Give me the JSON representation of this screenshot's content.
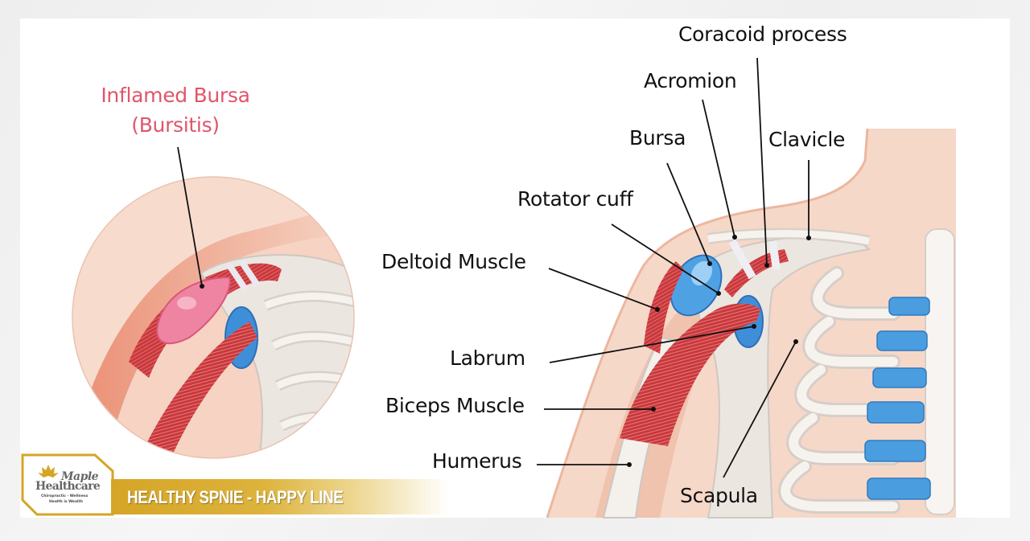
{
  "inset": {
    "title_line1": "Inflamed Bursa",
    "title_line2": "(Bursitis)",
    "title_color": "#e0556a"
  },
  "labels": {
    "coracoid_process": "Coracoid process",
    "acromion": "Acromion",
    "bursa": "Bursa",
    "clavicle": "Clavicle",
    "rotator_cuff": "Rotator cuff",
    "deltoid_muscle": "Deltoid Muscle",
    "labrum": "Labrum",
    "biceps_muscle": "Biceps Muscle",
    "humerus": "Humerus",
    "scapula": "Scapula"
  },
  "brand": {
    "logo_line1": "Maple",
    "logo_line2": "Healthcare",
    "tagline1": "Chiropractic · Wellness",
    "tagline2": "Health is Wealth",
    "banner_text": "HEALTHY SPNIE - HAPPY LINE",
    "accent_color": "#d5a526"
  },
  "colors": {
    "skin": "#f6d8c8",
    "skin_dark": "#efb9a0",
    "muscle": "#c9383c",
    "bursa_inflamed": "#ef84a2",
    "cartilage_blue": "#4a9ee0",
    "bone": "#f3ede8"
  }
}
